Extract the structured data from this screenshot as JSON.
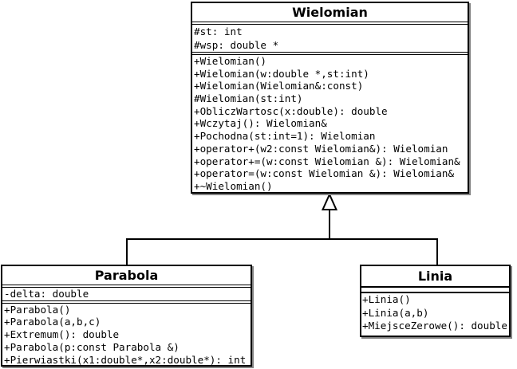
{
  "diagram": {
    "type": "uml-class-diagram",
    "classes": [
      {
        "name": "Wielomian",
        "attributes": [
          "#st: int",
          "#wsp: double *"
        ],
        "methods": [
          "+Wielomian()",
          "+Wielomian(w:double *,st:int)",
          "+Wielomian(Wielomian&:const)",
          "#Wielomian(st:int)",
          "+ObliczWartosc(x:double): double",
          "+Wczytaj(): Wielomian&",
          "+Pochodna(st:int=1): Wielomian",
          "+operator+(w2:const Wielomian&): Wielomian",
          "+operator+=(w:const Wielomian &): Wielomian&",
          "+operator=(w:const Wielomian &): Wielomian&",
          "+~Wielomian()"
        ]
      },
      {
        "name": "Parabola",
        "attributes": [
          "-delta: double"
        ],
        "methods": [
          "+Parabola()",
          "+Parabola(a,b,c)",
          "+Extremum(): double",
          "+Parabola(p:const Parabola &)",
          "+Pierwiastki(x1:double*,x2:double*): int"
        ]
      },
      {
        "name": "Linia",
        "attributes": [],
        "methods": [
          "+Linia()",
          "+Linia(a,b)",
          "+MiejsceZerowe(): double"
        ]
      }
    ],
    "relationships": [
      {
        "type": "generalization",
        "from": "Parabola",
        "to": "Wielomian"
      },
      {
        "type": "generalization",
        "from": "Linia",
        "to": "Wielomian"
      }
    ],
    "colors": {
      "line": "#000000",
      "box_fill": "#ffffff",
      "background": "#ffffff",
      "shadow": "#848484"
    }
  }
}
